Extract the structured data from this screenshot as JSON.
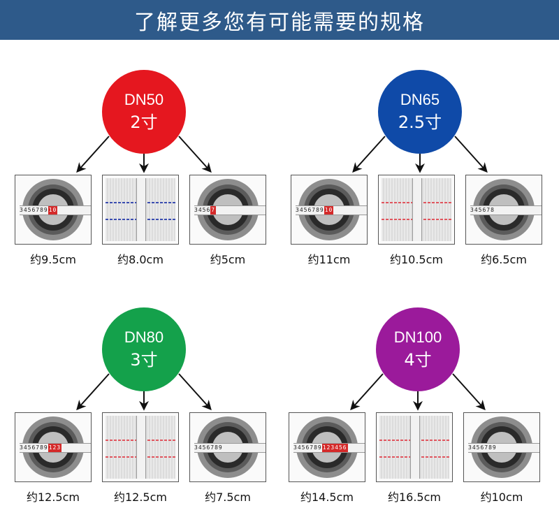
{
  "header": {
    "title": "了解更多您有可能需要的规格"
  },
  "colors": {
    "header_bg": "#2e5a8a",
    "tape_red": "#d42a2a"
  },
  "groups": [
    {
      "dn": "DN50",
      "cun": "2寸",
      "color": "#e5171f",
      "items": [
        {
          "type": "coupling",
          "label": "约9.5cm",
          "tape": "3456789",
          "tape_end": "10"
        },
        {
          "type": "hose",
          "label": "约8.0cm",
          "stripe_color": "#3b4db0"
        },
        {
          "type": "coupling",
          "label": "约5cm",
          "tape": "3456",
          "tape_end": "7"
        }
      ]
    },
    {
      "dn": "DN65",
      "cun": "2.5寸",
      "color": "#0f4aa8",
      "items": [
        {
          "type": "coupling",
          "label": "约11cm",
          "tape": "3456789",
          "tape_end": "10"
        },
        {
          "type": "hose",
          "label": "约10.5cm",
          "stripe_color": "#e0555e"
        },
        {
          "type": "coupling",
          "label": "约6.5cm",
          "tape": "345678",
          "tape_end": ""
        }
      ]
    },
    {
      "dn": "DN80",
      "cun": "3寸",
      "color": "#14a14b",
      "items": [
        {
          "type": "coupling",
          "label": "约12.5cm",
          "tape": "3456789",
          "tape_end": "123"
        },
        {
          "type": "hose",
          "label": "约12.5cm",
          "stripe_color": "#e0555e"
        },
        {
          "type": "coupling",
          "label": "约7.5cm",
          "tape": "3456789",
          "tape_end": ""
        }
      ]
    },
    {
      "dn": "DN100",
      "cun": "4寸",
      "color": "#9b1a9b",
      "items": [
        {
          "type": "coupling",
          "label": "约14.5cm",
          "tape": "3456789",
          "tape_end": "123456"
        },
        {
          "type": "hose",
          "label": "约16.5cm",
          "stripe_color": "#e0555e"
        },
        {
          "type": "coupling",
          "label": "约10cm",
          "tape": "3456789",
          "tape_end": ""
        }
      ]
    }
  ]
}
